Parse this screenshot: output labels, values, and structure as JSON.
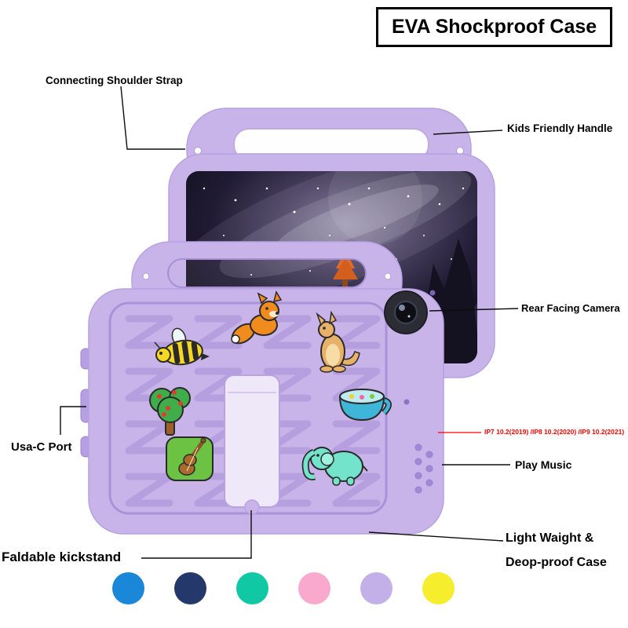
{
  "title": "EVA Shockproof Case",
  "labels": {
    "shoulder_strap": "Connecting Shoulder Strap",
    "handle": "Kids Friendly Handle",
    "camera": "Rear Facing Camera",
    "usb_port": "Usa-C Port",
    "compatibility": "IP7 10.2(2019) /IP8 10.2(2020) /IP9 10.2(2021)",
    "play_music": "Play Music",
    "lightweight1": "Light Waight &",
    "lightweight2": "Deop-proof Case",
    "kickstand": "Faldable kickstand"
  },
  "colors": {
    "case": "#c9b4ea",
    "case_dark": "#b19bdf",
    "annotation": "#000000",
    "compat_red": "#ff0000"
  },
  "charms": [
    "bee",
    "fox",
    "kangaroo",
    "tree",
    "teacup",
    "violin",
    "elephant"
  ],
  "swatches": [
    {
      "name": "blue",
      "hex": "#1b87d9"
    },
    {
      "name": "navy",
      "hex": "#25386b"
    },
    {
      "name": "teal",
      "hex": "#10c9a4"
    },
    {
      "name": "pink",
      "hex": "#f9a9cd"
    },
    {
      "name": "lavender",
      "hex": "#c3b0e8"
    },
    {
      "name": "yellow",
      "hex": "#f6ee2d"
    }
  ]
}
